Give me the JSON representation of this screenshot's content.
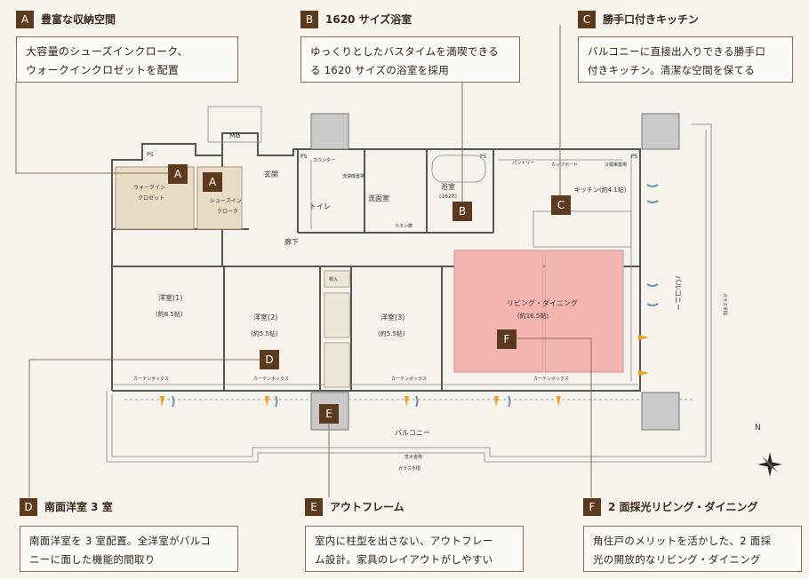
{
  "features": [
    {
      "letter": "A",
      "title": "豊富な収納空間",
      "lines": [
        "大容量のシューズインクローク、",
        "ウォークインクロゼットを配置"
      ]
    },
    {
      "letter": "B",
      "title": "1620 サイズ浴室",
      "lines": [
        "ゆっくりとしたバスタイムを満喫できる",
        "る 1620 サイズの浴室を採用"
      ]
    },
    {
      "letter": "C",
      "title": "勝手口付きキッチン",
      "lines": [
        "バルコニーに直接出入りできる勝手口",
        "付きキッチン。清潔な空間を保てる"
      ]
    },
    {
      "letter": "D",
      "title": "南面洋室 3 室",
      "lines": [
        "南面洋室を 3 室配置。全洋室がバルコ",
        "ニーに面した機能的間取り"
      ]
    },
    {
      "letter": "E",
      "title": "アウトフレーム",
      "lines": [
        "室内に柱型を出さない、アウトフレー",
        "ム設計。家具のレイアウトがしやすい"
      ]
    },
    {
      "letter": "F",
      "title": "2 面採光リビング・ダイニング",
      "lines": [
        "角住戸のメリットを活かした、2 面採",
        "光の開放的なリビング・ダイニング"
      ]
    }
  ],
  "plan": {
    "mb": "MB",
    "ps": "PS",
    "entrance": "玄関",
    "corridor": "廊下",
    "toilet": "トイレ",
    "washroom": "洗面室",
    "bath": "浴室",
    "bath_size": "(1620)",
    "kitchen": "キッチン(約4.1帖)",
    "walkin": "ウォークイン",
    "closet": "クロゼット",
    "shoesin": "シューズイン",
    "cloak": "クローク",
    "room1": "洋室(1)",
    "room1_size": "(約8.5帖)",
    "room2": "洋室(2)",
    "room2_size": "(約5.5帖)",
    "room3": "洋室(3)",
    "room3_size": "(約5.5帖)",
    "living": "リビング・ダイニング",
    "living_size": "(約16.5帖)",
    "balcony": "バルコニー",
    "balcony_side": "バルコニー",
    "curtain": "カーテンボックス",
    "glass_rail": "ガラス手摺",
    "handrail": "笠木金物",
    "counter": "カウンター",
    "laundry": "洗濯機置場",
    "linen": "リネン庫",
    "cupboard": "カップボード",
    "fridge": "冷蔵庫置場",
    "pantry": "パントリー",
    "storage": "物入",
    "compass": "N"
  },
  "colors": {
    "accent": "#5b3a1e",
    "highlight": "#f4b5b0",
    "storage": "#e8dcc6"
  }
}
